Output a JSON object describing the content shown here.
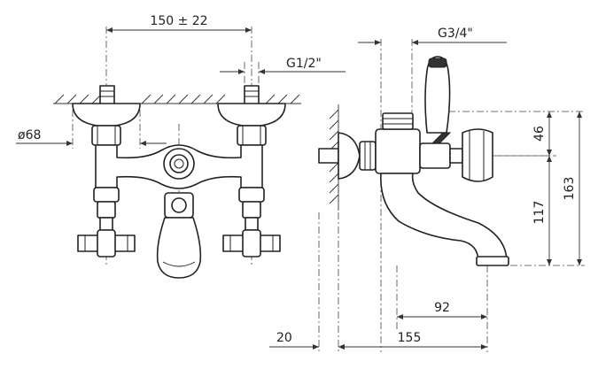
{
  "drawing": {
    "front_view": {
      "center_distance_label": "150 ± 22",
      "inlet_thread_label": "G1/2\"",
      "flange_diameter_label": "ø68"
    },
    "side_view": {
      "outlet_thread_label": "G3/4\"",
      "handle_height_label": "46",
      "spout_height_label": "117",
      "total_height_label": "163",
      "spout_reach_label": "92",
      "wall_offset_label": "20",
      "total_depth_label": "155"
    }
  }
}
